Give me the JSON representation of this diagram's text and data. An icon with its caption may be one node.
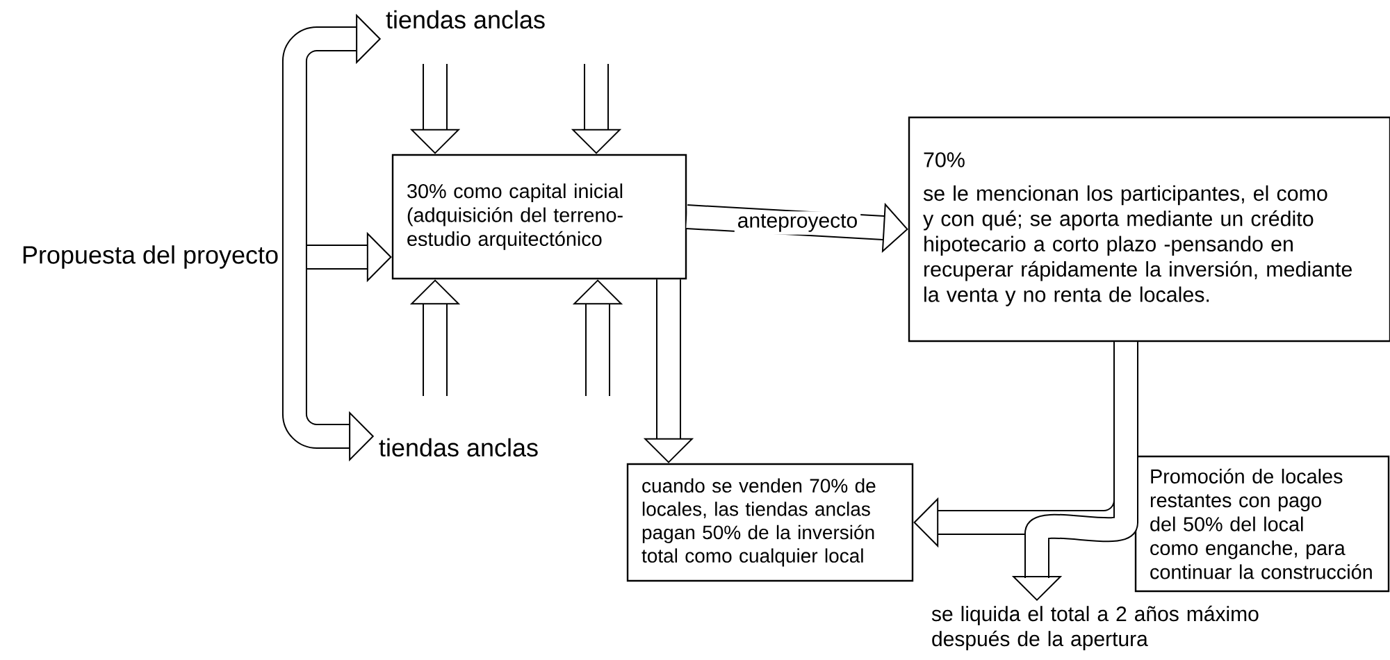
{
  "diagram": {
    "nodes": [
      {
        "text": [
          "Propuesta del proyecto"
        ]
      },
      {
        "text": [
          "tiendas anclas"
        ]
      },
      {
        "text": [
          "tiendas anclas"
        ]
      },
      {
        "text": [
          "30% como capital inicial (adquisición del terreno-estudio arquitectónico"
        ]
      },
      {
        "text": [
          "70%",
          "se le mencionan los participantes, el como y con qué; se aporta mediante un crédito hipotecario a corto plazo -pensando en recuperar rápidamente la inversión, mediante la venta y no renta de locales."
        ]
      },
      {
        "text": [
          "cuando se venden 70% de locales, las tiendas anclas pagan 50% de la inversión total como cualquier local"
        ]
      },
      {
        "text": [
          "Promoción de locales restantes con pago del 50% del local como enganche, para continuar la construcción"
        ]
      },
      {
        "text": [
          "se liquida el total a 2 años máximo después de la apertura"
        ]
      }
    ],
    "edges": [
      {
        "from": 0,
        "to": 3,
        "arrow": "to"
      },
      {
        "from": 0,
        "to": 1,
        "arrow": "to"
      },
      {
        "from": 0,
        "to": 2,
        "arrow": "to"
      },
      {
        "from": null,
        "to": 3,
        "arrow": "to"
      },
      {
        "from": null,
        "to": 3,
        "arrow": "to"
      },
      {
        "from": null,
        "to": 3,
        "arrow": "to"
      },
      {
        "from": null,
        "to": 3,
        "arrow": "to"
      },
      {
        "from": 3,
        "to": 4,
        "arrow": "to",
        "label": "anteproyecto"
      },
      {
        "from": 3,
        "to": 5,
        "arrow": "to"
      },
      {
        "from": 4,
        "to": 5,
        "arrow": "to"
      },
      {
        "from": 4,
        "to": 7,
        "arrow": "to"
      }
    ]
  }
}
